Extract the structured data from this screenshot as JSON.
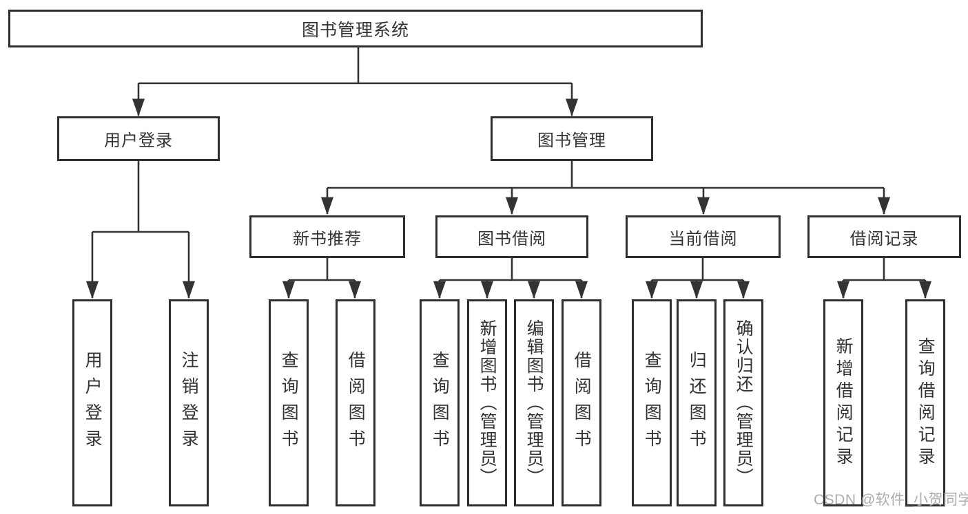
{
  "diagram": {
    "root": {
      "label": "图书管理系统"
    },
    "branches": [
      {
        "label": "用户登录",
        "children": [
          {
            "label": "用户登录"
          },
          {
            "label": "注销登录"
          }
        ]
      },
      {
        "label": "图书管理",
        "children": [
          {
            "label": "新书推荐",
            "children": [
              {
                "label": "查询图书"
              },
              {
                "label": "借阅图书"
              }
            ]
          },
          {
            "label": "图书借阅",
            "children": [
              {
                "label": "查询图书"
              },
              {
                "label": "新增图书（管理员）"
              },
              {
                "label": "编辑图书（管理员）"
              },
              {
                "label": "借阅图书"
              }
            ]
          },
          {
            "label": "当前借阅",
            "children": [
              {
                "label": "查询图书"
              },
              {
                "label": "归还图书"
              },
              {
                "label": "确认归还（管理员）"
              }
            ]
          },
          {
            "label": "借阅记录",
            "children": [
              {
                "label": "新增借阅记录"
              },
              {
                "label": "查询借阅记录"
              }
            ]
          }
        ]
      }
    ]
  },
  "watermark": {
    "text": "CSDN @软件_小贺同学"
  },
  "colors": {
    "line": "#333333",
    "box_border": "#2e2e2e",
    "text": "#333333",
    "watermark": "#acacac",
    "background": "#ffffff"
  }
}
